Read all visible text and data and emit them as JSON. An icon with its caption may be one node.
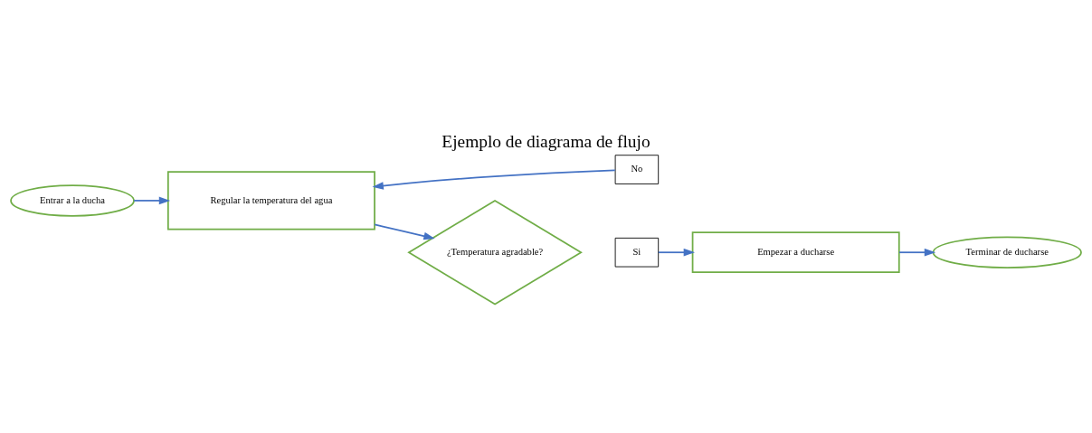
{
  "diagram": {
    "title": "Ejemplo de diagrama de flujo",
    "nodes": [
      {
        "text": [
          "Entrar a la ducha"
        ]
      },
      {
        "text": [
          "Regular la temperatura del agua"
        ]
      },
      {
        "text": [
          "¿Temperatura agradable?"
        ]
      },
      {
        "text": [
          "No"
        ]
      },
      {
        "text": [
          "Si"
        ]
      },
      {
        "text": [
          "Empezar a ducharse"
        ]
      },
      {
        "text": [
          "Terminar de ducharse"
        ]
      }
    ],
    "edges": [
      {
        "from": 0,
        "to": 1,
        "arrow": "to"
      },
      {
        "from": 1,
        "to": 2,
        "arrow": "to"
      },
      {
        "from": 3,
        "to": 1,
        "arrow": "to"
      },
      {
        "from": 4,
        "to": 5,
        "arrow": "to"
      },
      {
        "from": 5,
        "to": 6,
        "arrow": "to"
      }
    ]
  }
}
